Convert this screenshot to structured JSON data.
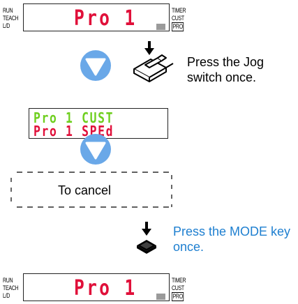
{
  "top_panel": {
    "left_labels": [
      "RUN",
      "TEACH",
      "L/D"
    ],
    "right_labels": [
      "TIMER",
      "CUST",
      "PRO"
    ],
    "display_line": "Pro 1"
  },
  "step1": {
    "instruction": "Press the Jog switch once."
  },
  "mid_panel": {
    "upper": "Pro 1 CUST",
    "lower": "Pro 1 SPEd"
  },
  "cancel_box": {
    "label": "To cancel"
  },
  "step2": {
    "instruction": "Press the MODE key once."
  },
  "bottom_panel": {
    "left_labels": [
      "RUN",
      "TEACH",
      "L/D"
    ],
    "right_labels": [
      "TIMER",
      "CUST",
      "PRO"
    ],
    "display_line": "Pro 1"
  },
  "colors": {
    "red": "#e0103a",
    "green": "#6fcf1f",
    "blue": "#1e7fd0",
    "arrow": "#6aa8e8"
  }
}
